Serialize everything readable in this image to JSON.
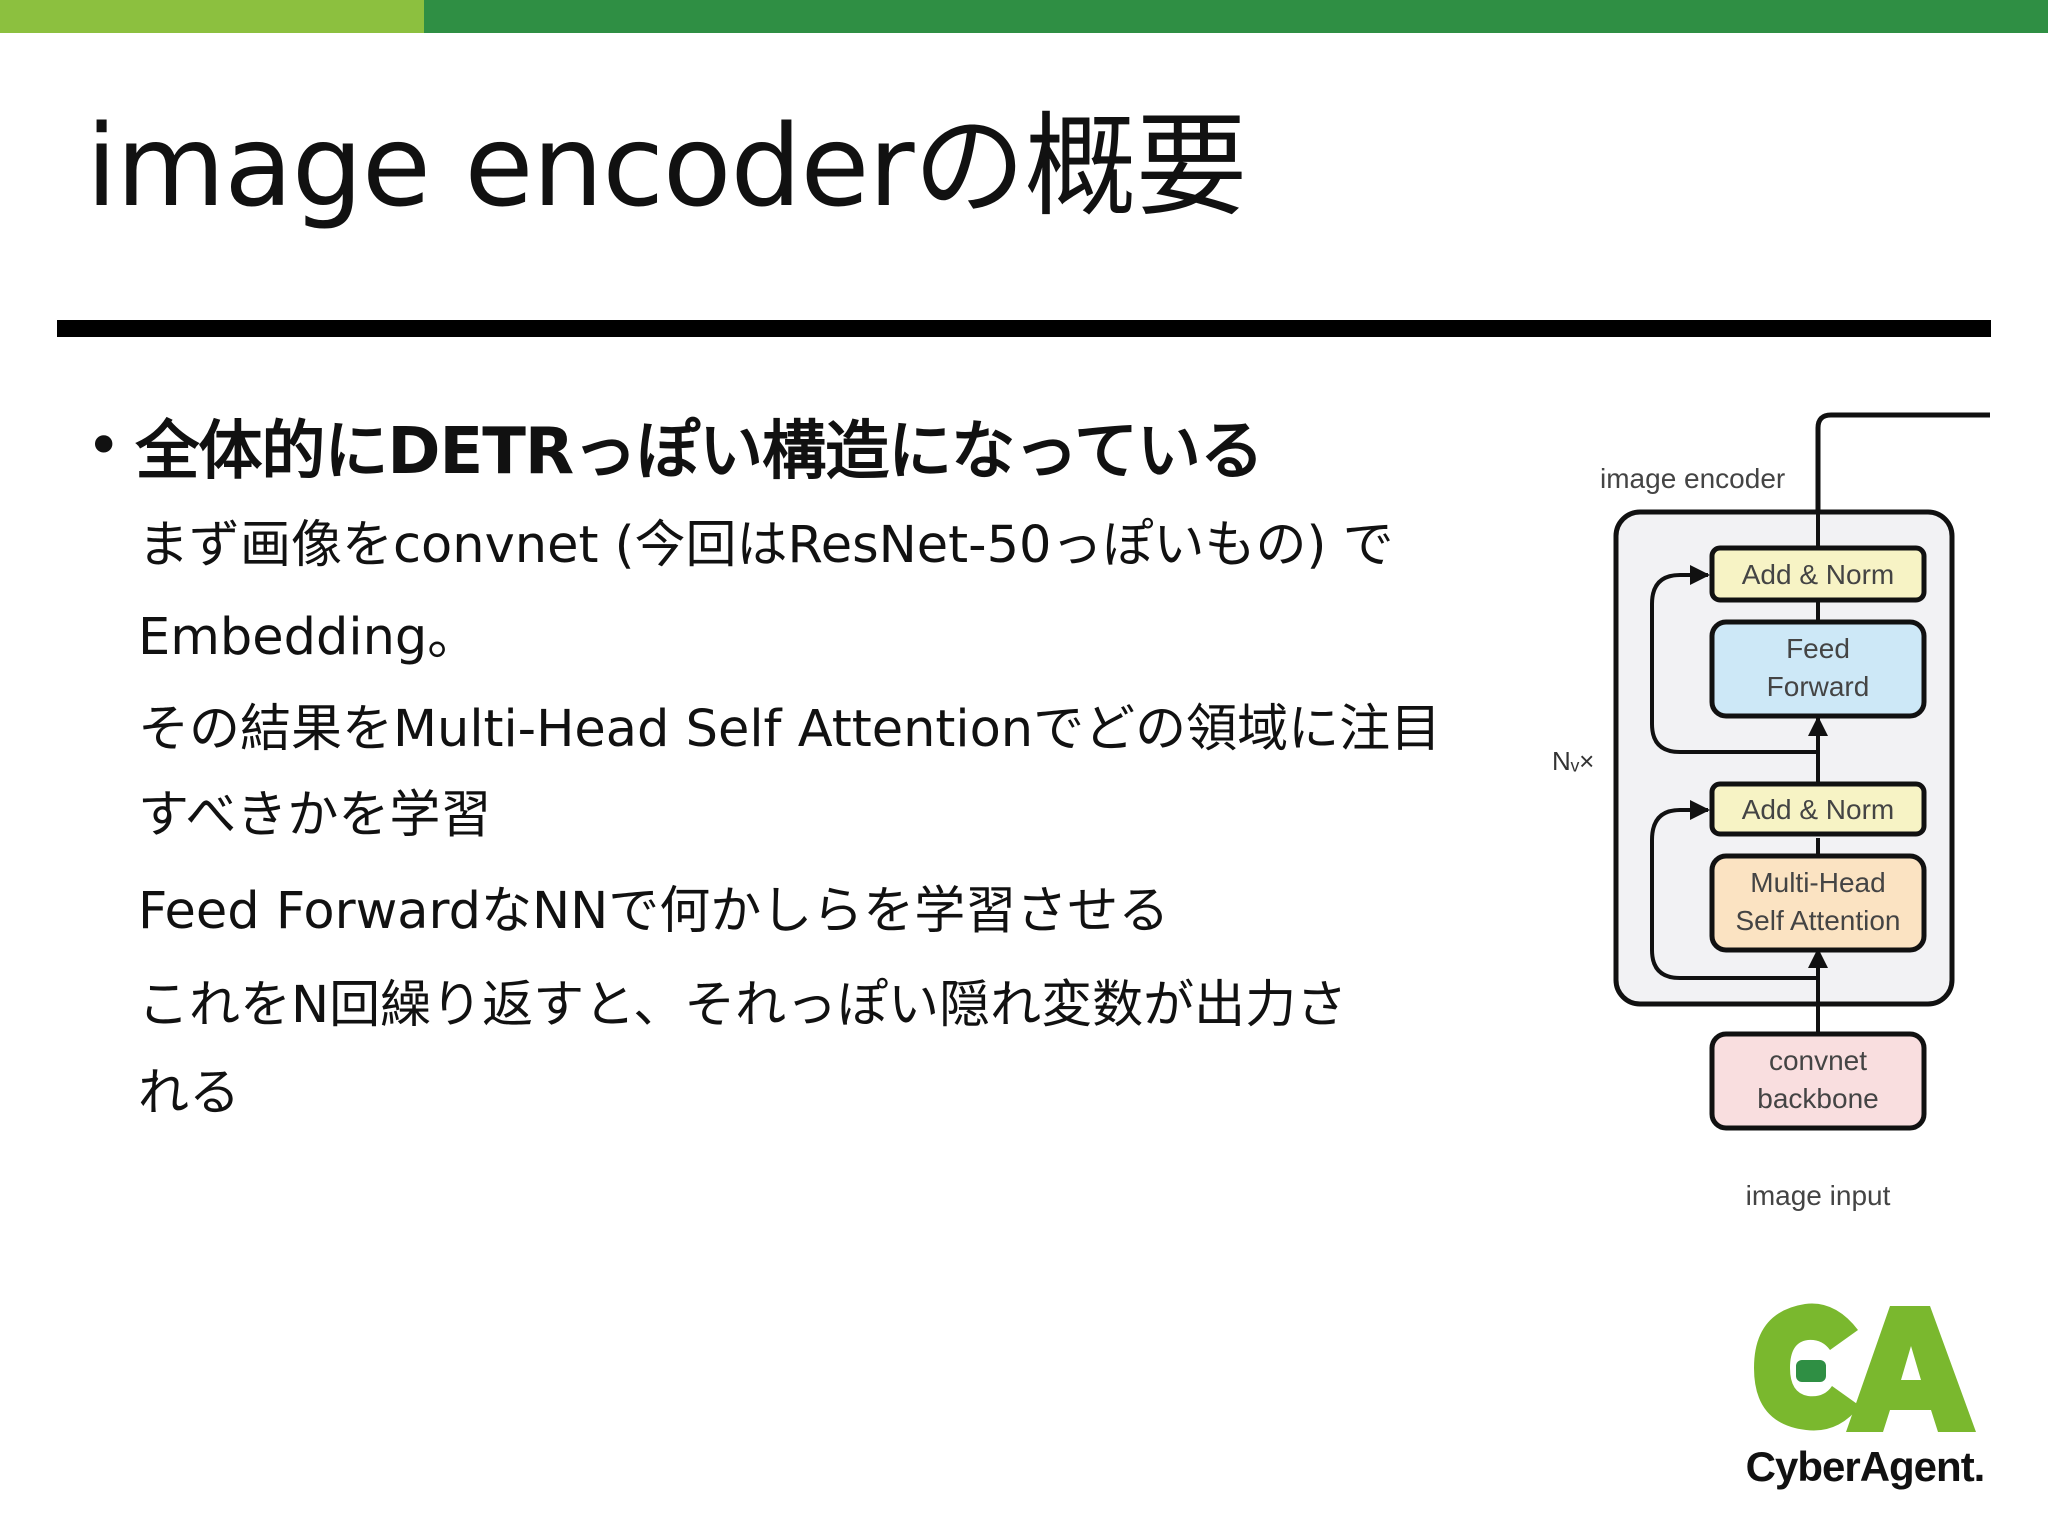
{
  "colors": {
    "bar_light": "#8cc03f",
    "bar_dark": "#2f8f44",
    "logo_green": "#7ab82e",
    "logo_dark": "#2f8f44"
  },
  "slide": {
    "title": "image encoderの概要",
    "bullet": "全体的にDETRっぽい構造になっている",
    "paragraphs": [
      "まず画像をconvnet (今回はResNet-50っぽいもの) で",
      "Embedding。",
      "その結果をMulti-Head Self Attentionでどの領域に注目",
      "すべきかを学習",
      "Feed ForwardなNNで何かしらを学習させる",
      "これをN回繰り返すと、それっぽい隠れ変数が出力さ",
      "れる"
    ]
  },
  "diagram": {
    "encoder_label": "image encoder",
    "repeat_label": "Nᵥ×",
    "add_norm_top": "Add & Norm",
    "feed_forward_line1": "Feed",
    "feed_forward_line2": "Forward",
    "add_norm_bottom": "Add & Norm",
    "mha_line1": "Multi-Head",
    "mha_line2": "Self Attention",
    "backbone_line1": "convnet",
    "backbone_line2": "backbone",
    "input_label": "image input"
  },
  "logo": {
    "mark": "CA",
    "wordmark": "CyberAgent."
  }
}
